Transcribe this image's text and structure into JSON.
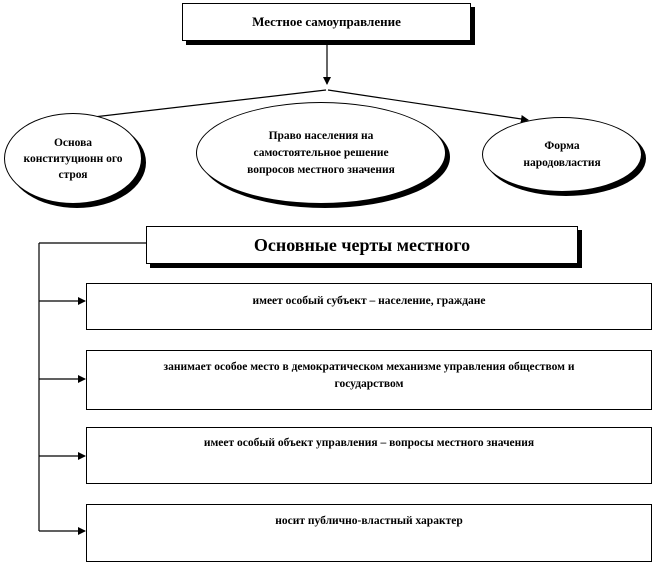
{
  "root": {
    "title": "Местное самоуправление"
  },
  "concepts": [
    {
      "text": "Основа конституционн ого строя"
    },
    {
      "text": "Право населения на самостоятельное решение вопросов местного значения"
    },
    {
      "text": "Форма народовластия"
    }
  ],
  "features": {
    "title": "Основные черты местного",
    "items": [
      {
        "text": "имеет особый субъект – население, граждане"
      },
      {
        "text": "занимает особое место в демократическом механизме управления обществом и государством"
      },
      {
        "text": "имеет особый объект управления – вопросы местного значения"
      },
      {
        "text": "носит публично-властный характер"
      }
    ]
  }
}
